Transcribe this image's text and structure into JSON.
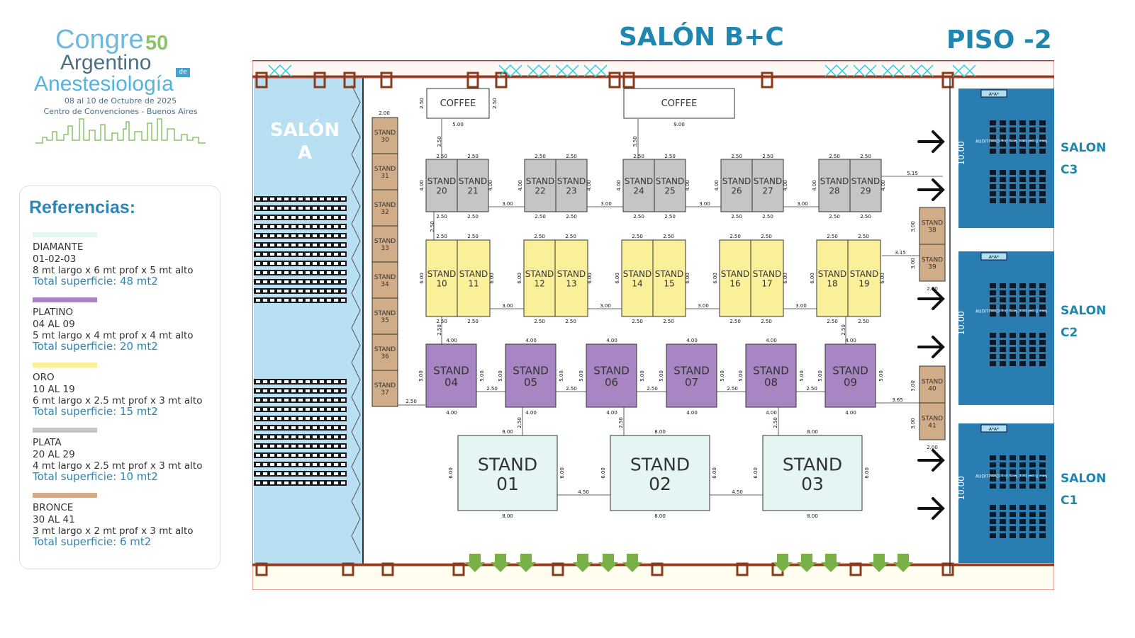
{
  "logo": {
    "line1": "Congre",
    "line1_number": "50",
    "line2": "Argentino",
    "line3": "Anestesiología",
    "de": "de",
    "dates": "08 al 10 de Octubre de 2025",
    "venue": "Centro de Convenciones - Buenos Aires"
  },
  "header": {
    "title": "SALÓN B+C",
    "floor": "PISO -2"
  },
  "references": {
    "title": "Referencias:",
    "items": [
      {
        "name": "DIAMANTE",
        "range": "01-02-03",
        "size": "8 mt largo x 6 mt prof x 5 mt alto",
        "total": "Total superficie: 48 mt2",
        "color": "#e4f5f4"
      },
      {
        "name": "PLATINO",
        "range": "04 AL 09",
        "size": "5 mt largo x 4 mt prof x 4 mt alto",
        "total": "Total superficie: 20 mt2",
        "color": "#a886c4"
      },
      {
        "name": "ORO",
        "range": "10 AL 19",
        "size": "6 mt largo x 2.5 mt prof x 3 mt alto",
        "total": "Total superficie: 15 mt2",
        "color": "#fbf09a"
      },
      {
        "name": "PLATA",
        "range": "20 AL 29",
        "size": "4 mt largo x 2.5 mt prof x 3 mt alto",
        "total": "Total superficie: 10 mt2",
        "color": "#c5c5c5"
      },
      {
        "name": "BRONCE",
        "range": "30 AL 41",
        "size": "3 mt largo x 2 mt prof x 3 mt alto",
        "total": "Total superficie: 6 mt2",
        "color": "#d0ac88"
      }
    ]
  },
  "plan": {
    "salon_a": [
      "SALÓN",
      "A"
    ],
    "coffee": "COFFEE",
    "stand_word": "STAND",
    "salons_right": [
      {
        "a": "SALON",
        "b": "C3",
        "auditorio": "AUDITORIO 3 // Sup 190 m² // cap"
      },
      {
        "a": "SALON",
        "b": "C2",
        "auditorio": "AUDITORIO 2 // Sup 220 m² // cap"
      },
      {
        "a": "SALON",
        "b": "C1",
        "auditorio": "AUDITORIO 1 // Sup 220 m² // cap"
      }
    ],
    "aa": "A*A*",
    "dims": {
      "d200": "2.00",
      "d250": "2.50",
      "d300": "3.00",
      "d350": "3.50",
      "d400": "4.00",
      "d500": "5.00",
      "d600": "6.00",
      "d800": "8.00",
      "d900": "9.00",
      "d1000": "10.00",
      "d315": "3.15",
      "d365": "3.65",
      "d450": "4.50",
      "d515": "5.15"
    },
    "bronze": [
      "30",
      "31",
      "32",
      "33",
      "34",
      "35",
      "36",
      "37"
    ],
    "bronze_right": [
      "38",
      "39",
      "40",
      "41"
    ],
    "silver": [
      "20",
      "21",
      "22",
      "23",
      "24",
      "25",
      "26",
      "27",
      "28",
      "29"
    ],
    "gold": [
      "10",
      "11",
      "12",
      "13",
      "14",
      "15",
      "16",
      "17",
      "18",
      "19"
    ],
    "platinum": [
      "04",
      "05",
      "06",
      "07",
      "08",
      "09"
    ],
    "diamond": [
      "01",
      "02",
      "03"
    ],
    "colors": {
      "diamond": "#e4f5f4",
      "platinum": "#a886c4",
      "gold": "#fbf09a",
      "silver": "#c5c5c5",
      "bronze": "#d0ac88",
      "salon_a": "#b9dff2",
      "auditorio": "#2a7db0",
      "wall": "#8b3a1a",
      "title": "#1f86b0"
    }
  }
}
